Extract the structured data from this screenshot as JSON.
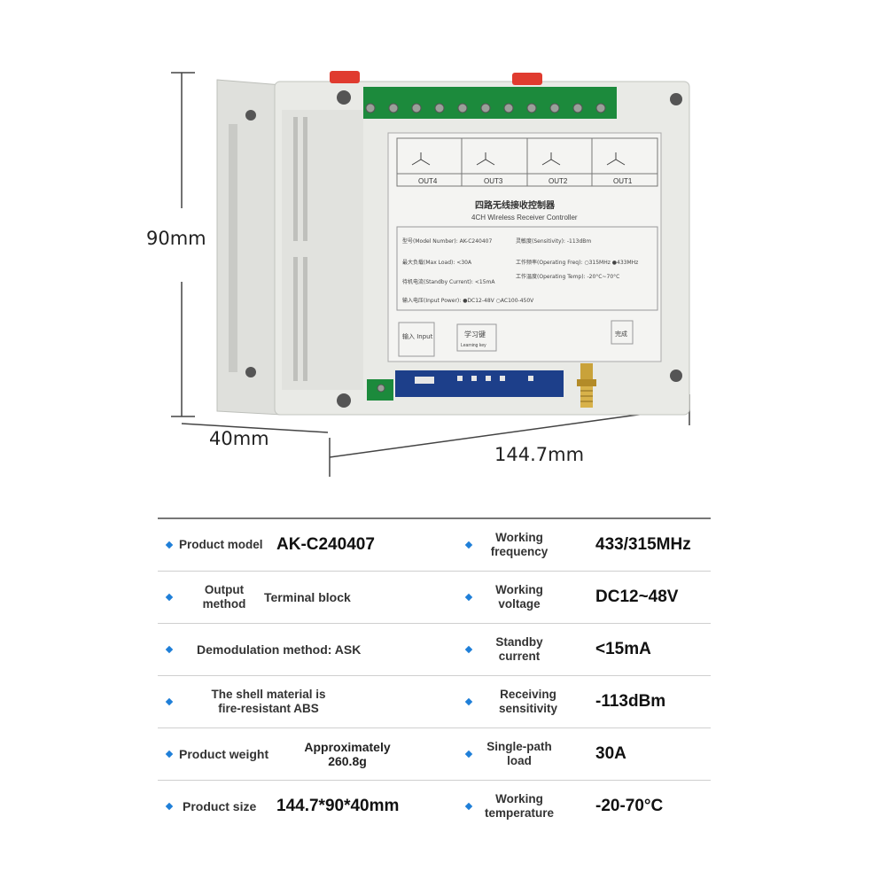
{
  "dimensions": {
    "height": "90mm",
    "depth": "40mm",
    "width": "144.7mm"
  },
  "device": {
    "channels": [
      "OUT4",
      "OUT3",
      "OUT2",
      "OUT1"
    ],
    "title_cn": "四路无线接收控制器",
    "title_en": "4CH Wireless Receiver Controller",
    "model_line": "型号(Model Number): AK-C240407",
    "load_line": "最大负载(Max Load): <30A",
    "standby_line": "待机电流(Standby Current): <15mA",
    "power_line": "输入电压(Input Power): ●DC12-48V ○AC100-450V",
    "sens_line": "灵敏度(Sensitivity): -113dBm",
    "freq_line": "工作频率(Operating Freq): ○315MHz ●433MHz",
    "temp_line": "工作温度(Operating Temp): -20°C~70°C",
    "input_btn": "输入 Input",
    "learn_btn": "学习键",
    "learn_en": "Learning key",
    "stop_btn": "完成"
  },
  "specs": {
    "left": [
      {
        "label": "Product model",
        "value": "AK-C240407"
      },
      {
        "label": "Output method",
        "value": "Terminal block"
      },
      {
        "label": "Demodulation method: ASK",
        "value": ""
      },
      {
        "label": "The shell material is fire-resistant ABS",
        "value": ""
      },
      {
        "label": "Product weight",
        "value": "Approximately 260.8g"
      },
      {
        "label": "Product size",
        "value": "144.7*90*40mm"
      }
    ],
    "right": [
      {
        "label": "Working frequency",
        "value": "433/315MHz"
      },
      {
        "label": "Working voltage",
        "value": "DC12~48V"
      },
      {
        "label": "Standby current",
        "value": "<15mA"
      },
      {
        "label": "Receiving sensitivity",
        "value": "-113dBm"
      },
      {
        "label": "Single-path load",
        "value": "30A"
      },
      {
        "label": "Working temperature",
        "value": "-20-70°C"
      }
    ]
  },
  "colors": {
    "accent": "#1f7fd8",
    "terminal": "#1c8a3c",
    "latch": "#e03b2f",
    "shell": "#e7e8e4"
  }
}
